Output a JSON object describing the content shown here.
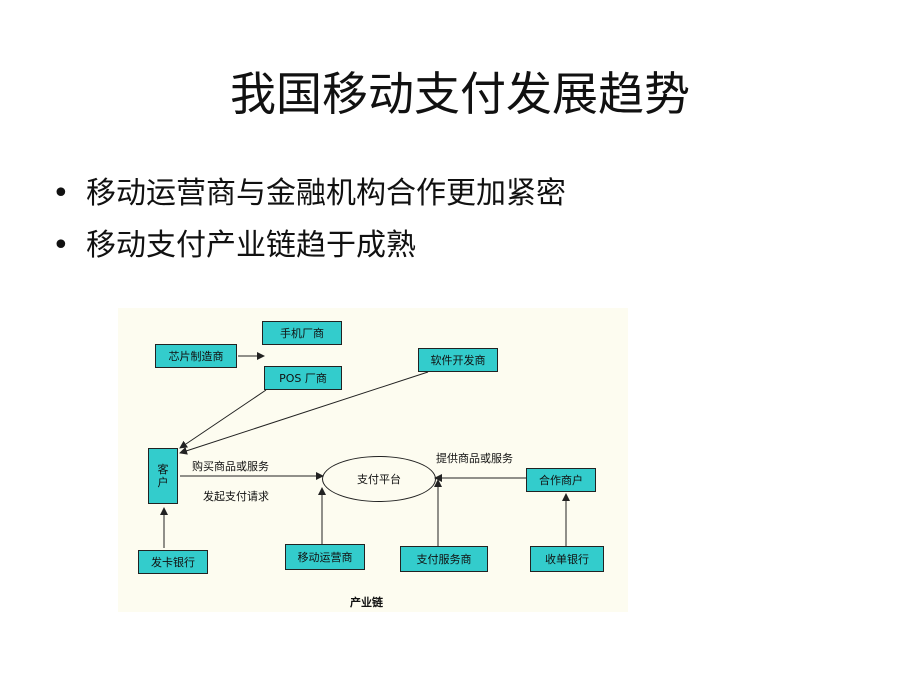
{
  "slide": {
    "title": "我国移动支付发展趋势",
    "bullets": [
      "移动运营商与金融机构合作更加紧密",
      "移动支付产业链趋于成熟"
    ],
    "bullet_glyph": "•"
  },
  "diagram": {
    "caption": "产业链",
    "nodes": {
      "phone_maker": "手机厂商",
      "chip_maker": "芯片制造商",
      "pos_maker": "POS 厂商",
      "software_dev": "软件开发商",
      "customer": [
        "客",
        "户"
      ],
      "payment_platform": "支付平台",
      "merchant": "合作商户",
      "card_bank": "发卡银行",
      "mobile_operator": "移动运营商",
      "payment_service": "支付服务商",
      "acquiring_bank": "收单银行"
    },
    "edge_labels": {
      "buy": "购买商品或服务",
      "initiate": "发起支付请求",
      "provide": "提供商品或服务"
    },
    "colors": {
      "box_fill": "#33cccc",
      "background": "#fdfcf0",
      "stroke": "#222222"
    }
  }
}
